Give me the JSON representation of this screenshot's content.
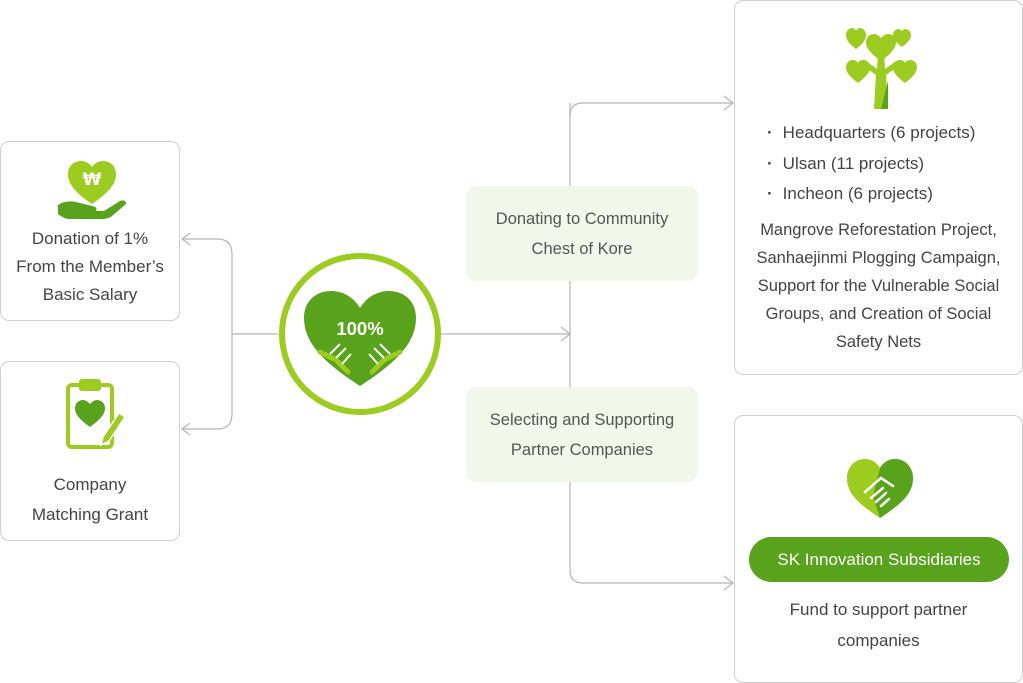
{
  "center": {
    "percent": "100%"
  },
  "left": {
    "donation": {
      "line1": "Donation of 1%",
      "line2": "From the Member’s",
      "line3": "Basic Salary",
      "icon": "hand-heart-won-icon"
    },
    "matching": {
      "line1": "Company",
      "line2": "Matching Grant",
      "icon": "clipboard-heart-icon"
    }
  },
  "middle": {
    "community": {
      "line1": "Donating to Community",
      "line2": "Chest of Kore"
    },
    "partners": {
      "line1": "Selecting and Supporting",
      "line2": "Partner Companies"
    }
  },
  "right": {
    "projects": {
      "icon": "heart-tree-icon",
      "bullets": [
        "Headquarters (6 projects)",
        "Ulsan (11 projects)",
        "Incheon (6 projects)"
      ],
      "desc": [
        "Mangrove Reforestation Project,",
        "Sanhaejinmi Plogging Campaign,",
        "Support for the Vulnerable Social",
        "Groups, and Creation of Social",
        "Safety Nets"
      ]
    },
    "subsidiaries": {
      "icon": "handshake-heart-icon",
      "button": "SK Innovation Subsidiaries",
      "desc1": "Fund to support partner",
      "desc2": "companies"
    }
  },
  "colors": {
    "light_green": "#9ccc1f",
    "dark_green": "#58a21c",
    "pill_bg": "#f2f7ec",
    "border": "#cfcfcf"
  }
}
